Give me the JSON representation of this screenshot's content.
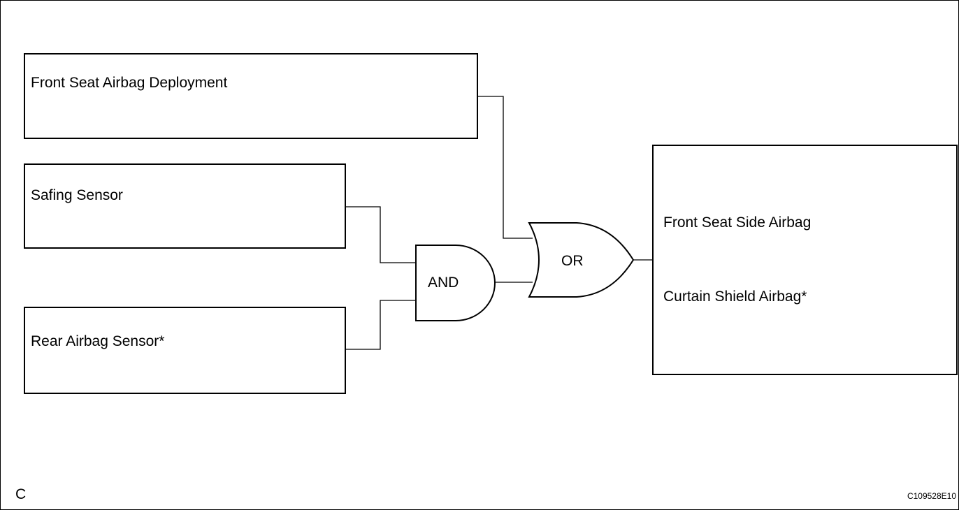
{
  "inputs": {
    "front_seat_airbag_deployment": "Front Seat Airbag Deployment",
    "safing_sensor": "Safing Sensor",
    "rear_airbag_sensor": "Rear Airbag Sensor*"
  },
  "gates": {
    "and_label": "AND",
    "or_label": "OR"
  },
  "output": {
    "line1": "Front Seat Side Airbag",
    "line2": "Curtain Shield Airbag*"
  },
  "corner_letter": "C",
  "figure_id": "C109528E10"
}
